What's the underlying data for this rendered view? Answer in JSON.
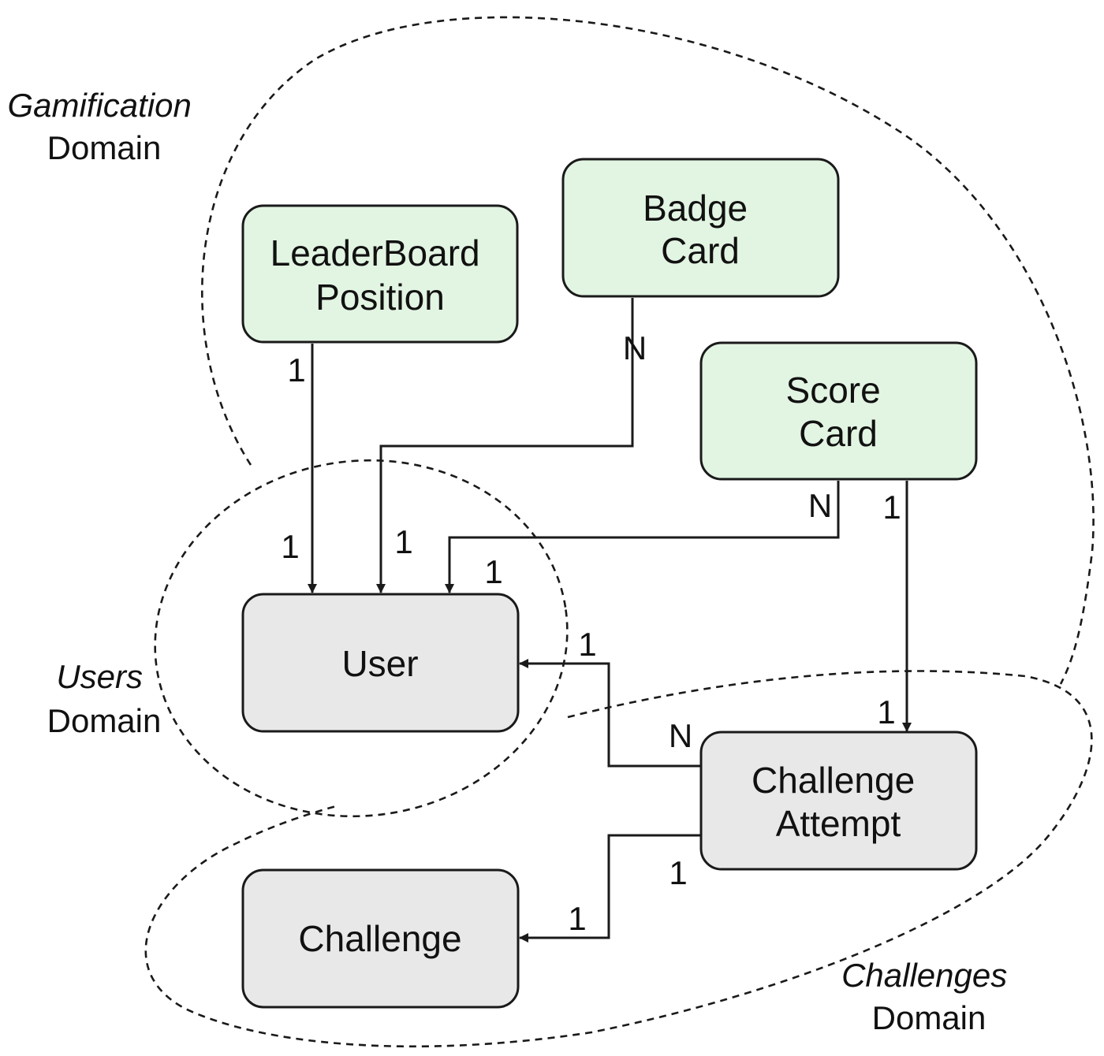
{
  "colors": {
    "gamification_fill": "#e2f4e2",
    "core_fill": "#e8e8e8",
    "stroke": "#1a1a1a",
    "background": "#ffffff"
  },
  "domains": {
    "gamification": {
      "line1": "Gamification",
      "line2": "Domain"
    },
    "users": {
      "line1": "Users",
      "line2": "Domain"
    },
    "challenges": {
      "line1": "Challenges",
      "line2": "Domain"
    }
  },
  "entities": {
    "leaderboard": {
      "line1": "LeaderBoard",
      "line2": "Position"
    },
    "badge": {
      "line1": "Badge",
      "line2": "Card"
    },
    "score": {
      "line1": "Score",
      "line2": "Card"
    },
    "user": {
      "line1": "User"
    },
    "attempt": {
      "line1": "Challenge",
      "line2": "Attempt"
    },
    "challenge": {
      "line1": "Challenge"
    }
  },
  "relations": {
    "leaderboard_user": {
      "from": "1",
      "to": "1"
    },
    "badge_user": {
      "from": "N",
      "to": "1"
    },
    "score_user": {
      "from": "N",
      "to": "1"
    },
    "score_attempt": {
      "from": "1",
      "to": "1"
    },
    "attempt_user": {
      "from": "N",
      "to": "1"
    },
    "attempt_challenge": {
      "from": "1",
      "to": "1"
    }
  }
}
